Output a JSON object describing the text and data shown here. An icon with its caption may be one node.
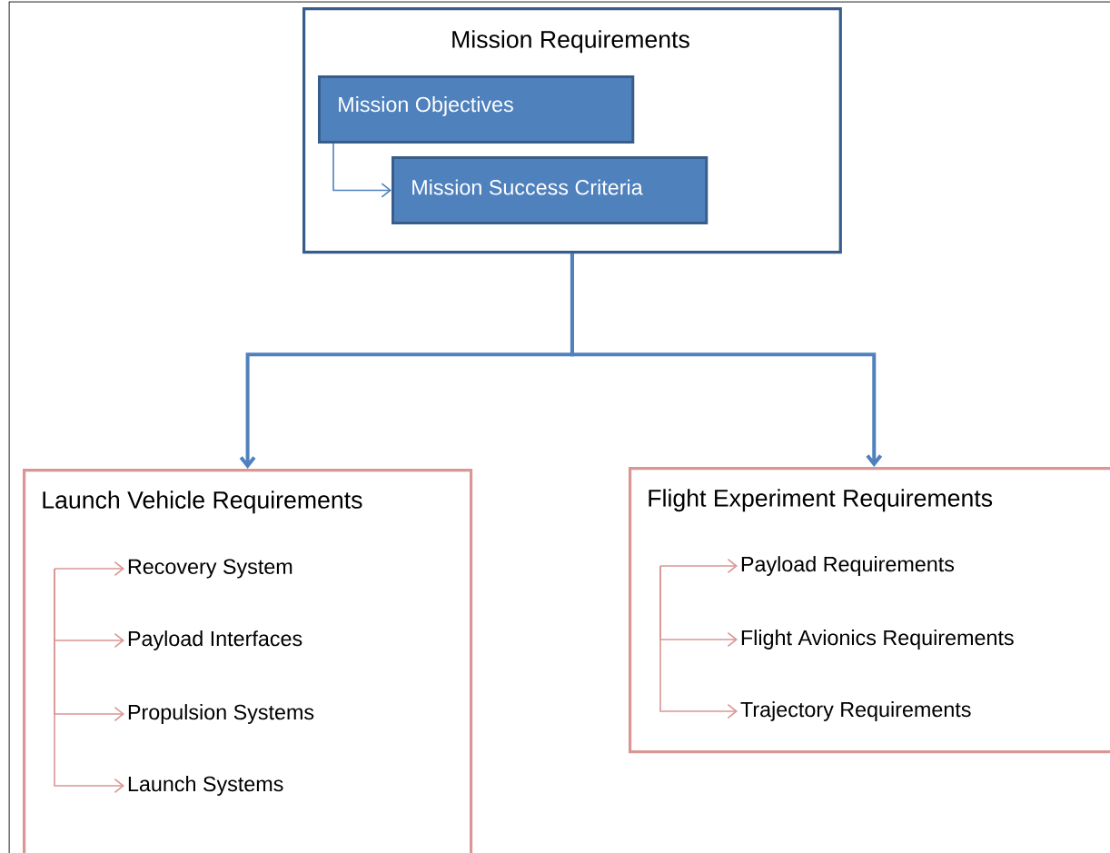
{
  "diagram": {
    "nodes": [
      {
        "text": [
          "Mission Requirements"
        ]
      },
      {
        "text": [
          "Mission Objectives"
        ],
        "in": 0
      },
      {
        "text": [
          "Mission Success Criteria"
        ],
        "in": 0
      },
      {
        "text": [
          "Launch Vehicle Requirements"
        ]
      },
      {
        "text": [
          "Recovery System"
        ],
        "in": 3
      },
      {
        "text": [
          "Payload Interfaces"
        ],
        "in": 3
      },
      {
        "text": [
          "Propulsion Systems"
        ],
        "in": 3
      },
      {
        "text": [
          "Launch Systems"
        ],
        "in": 3
      },
      {
        "text": [
          "Flight Experiment Requirements"
        ]
      },
      {
        "text": [
          "Payload Requirements"
        ],
        "in": 8
      },
      {
        "text": [
          "Flight Avionics Requirements"
        ],
        "in": 8
      },
      {
        "text": [
          "Trajectory Requirements"
        ],
        "in": 8
      }
    ],
    "edges": [
      {
        "from": 1,
        "to": 2,
        "arrow": "to",
        "color": "#4f81bd"
      },
      {
        "from": 0,
        "to": 3,
        "arrow": "to",
        "style": "thick",
        "color": "#4f81bd"
      },
      {
        "from": 0,
        "to": 8,
        "arrow": "to",
        "style": "thick",
        "color": "#4f81bd"
      },
      {
        "from": 3,
        "to": 4,
        "arrow": "to"
      },
      {
        "from": 3,
        "to": 5,
        "arrow": "to"
      },
      {
        "from": 3,
        "to": 6,
        "arrow": "to"
      },
      {
        "from": 3,
        "to": 7,
        "arrow": "to"
      },
      {
        "from": 8,
        "to": 9,
        "arrow": "to"
      },
      {
        "from": 8,
        "to": 10,
        "arrow": "to"
      },
      {
        "from": 8,
        "to": 11,
        "arrow": "to"
      }
    ]
  }
}
